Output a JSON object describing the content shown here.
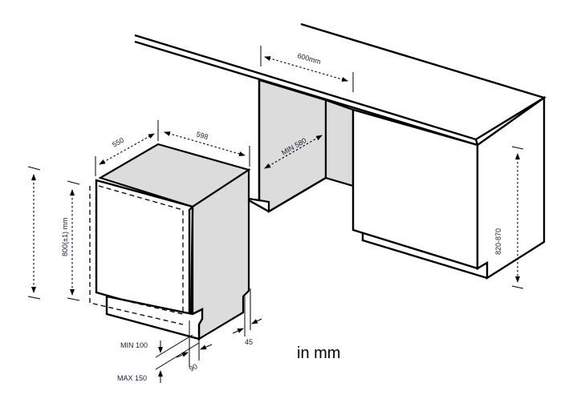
{
  "labels": {
    "depth": "550",
    "width": "598",
    "niche_width": "600mm",
    "niche_depth": "MIN 580",
    "niche_height": "820-870",
    "appliance_height": "800(±1) mm",
    "plinth_min": "MIN 100",
    "plinth_max": "MAX 150",
    "plinth_depth": "90",
    "side_gap": "45",
    "units": "in mm"
  }
}
